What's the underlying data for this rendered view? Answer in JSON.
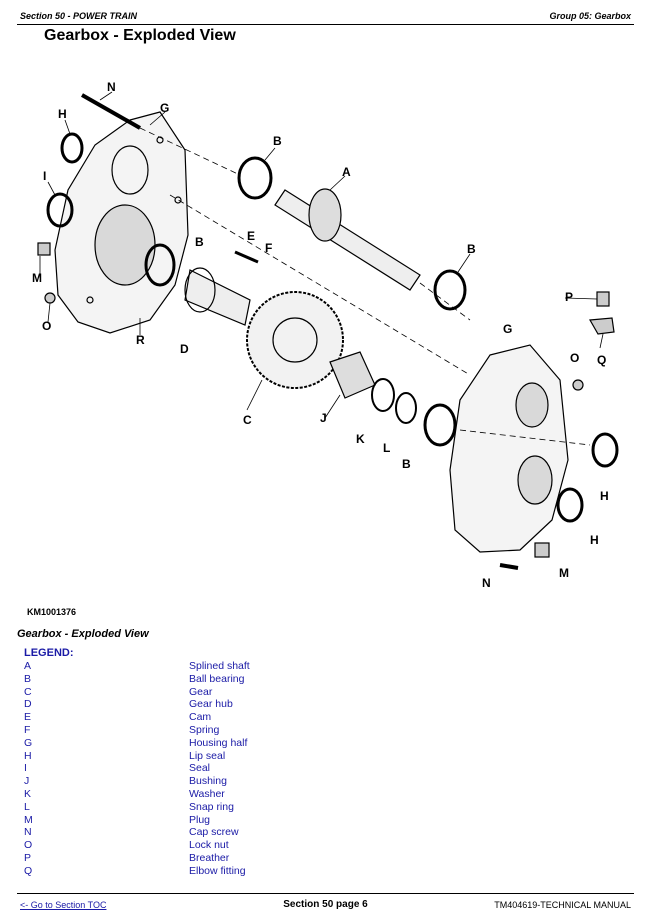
{
  "header": {
    "left": "Section 50 - POWER TRAIN",
    "right": "Group 05: Gearbox"
  },
  "page_title": "Gearbox - Exploded View",
  "diagram": {
    "figure_code": "KM1001376",
    "callouts": {
      "n1": "N",
      "g1": "G",
      "h1": "H",
      "i1": "I",
      "m1": "M",
      "o1": "O",
      "r1": "R",
      "b1": "B",
      "b2": "B",
      "b3": "B",
      "b4": "B",
      "a1": "A",
      "e1": "E",
      "f1": "F",
      "d1": "D",
      "c1": "C",
      "j1": "J",
      "k1": "K",
      "l1": "L",
      "p1": "P",
      "q1": "Q",
      "g2": "G",
      "o2": "O",
      "h2": "H",
      "h3": "H",
      "m2": "M",
      "n2": "N"
    }
  },
  "caption": "Gearbox - Exploded View",
  "legend": {
    "title": "LEGEND:",
    "items": [
      {
        "key": "A",
        "label": "Splined shaft"
      },
      {
        "key": "B",
        "label": "Ball bearing"
      },
      {
        "key": "C",
        "label": "Gear"
      },
      {
        "key": "D",
        "label": "Gear hub"
      },
      {
        "key": "E",
        "label": "Cam"
      },
      {
        "key": "F",
        "label": "Spring"
      },
      {
        "key": "G",
        "label": "Housing half"
      },
      {
        "key": "H",
        "label": "Lip seal"
      },
      {
        "key": "I",
        "label": "Seal"
      },
      {
        "key": "J",
        "label": "Bushing"
      },
      {
        "key": "K",
        "label": "Washer"
      },
      {
        "key": "L",
        "label": "Snap ring"
      },
      {
        "key": "M",
        "label": "Plug"
      },
      {
        "key": "N",
        "label": "Cap screw"
      },
      {
        "key": "O",
        "label": "Lock nut"
      },
      {
        "key": "P",
        "label": "Breather"
      },
      {
        "key": "Q",
        "label": "Elbow fitting"
      }
    ]
  },
  "footer": {
    "link": "<- Go to Section TOC",
    "center": "Section 50 page 6",
    "right": "TM404619-TECHNICAL MANUAL"
  }
}
